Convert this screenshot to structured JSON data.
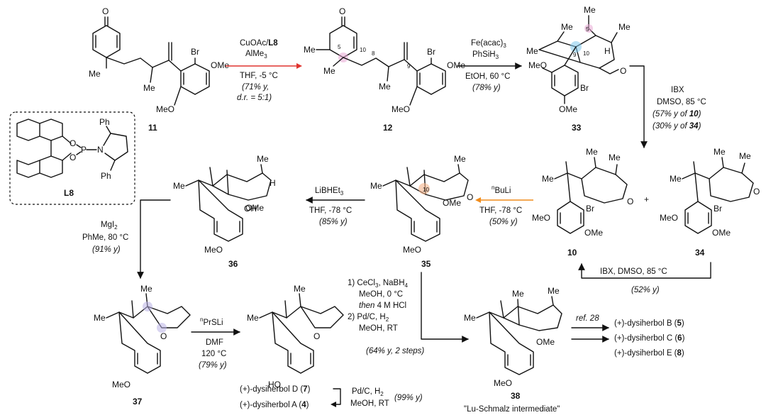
{
  "compounds": {
    "c11": "11",
    "c12": "12",
    "c33": "33",
    "c10": "10",
    "c34": "34",
    "c35": "35",
    "c36": "36",
    "cL8": "L8",
    "c37": "37",
    "c38": "38"
  },
  "atoms": {
    "O": "O",
    "Me": "Me",
    "Br": "Br",
    "OMe": "OMe",
    "MeO": "MeO",
    "H": "H",
    "OH": "OH",
    "HO": "HO",
    "Ph": "Ph",
    "N": "N",
    "P": "P",
    "plus": "+"
  },
  "locants": {
    "n5": "5",
    "n8": "8",
    "n9": "9",
    "n10": "10"
  },
  "steps": {
    "s1": {
      "l1": "CuOAc/",
      "l1b": "L8",
      "l2": "AlMe",
      "l2sub": "3",
      "l3": "THF, -5 °C",
      "l4": "(71% y,",
      "l5": "d.r. = 5:1)"
    },
    "s2": {
      "l1": "Fe(acac)",
      "l1sub": "3",
      "l2": "PhSiH",
      "l2sub": "3",
      "l3": "EtOH, 60 °C",
      "l4": "(78% y)"
    },
    "s3": {
      "l1": "IBX",
      "l2": "DMSO, 85 °C",
      "l3a": "(57% y of ",
      "l3b": "10",
      "l3c": ")",
      "l4a": "(30% y of ",
      "l4b": "34",
      "l4c": ")"
    },
    "s4": {
      "l1": "IBX, DMSO, 85 °C",
      "l2": "(52% y)"
    },
    "s5": {
      "l1sup": "n",
      "l1": "BuLi",
      "l2": "THF, -78 °C",
      "l3": "(50% y)"
    },
    "s6": {
      "l1": "LiBHEt",
      "l1sub": "3",
      "l2": "THF, -78 °C",
      "l3": "(85% y)"
    },
    "s7": {
      "l1": "MgI",
      "l1sub": "2",
      "l2": "PhMe, 80 °C",
      "l3": "(91% y)"
    },
    "s8": {
      "l1sup": "n",
      "l1": "PrSLi",
      "l2": "DMF",
      "l3": "120 °C",
      "l4": "(79% y)"
    },
    "s9": {
      "l1a": "1) CeCl",
      "l1sub": "3",
      "l1b": ", NaBH",
      "l1sub2": "4",
      "l2": "MeOH, 0 °C",
      "l3a": "then",
      "l3b": " 4 M HCl",
      "l4a": "2) Pd/C, H",
      "l4sub": "2",
      "l5": "MeOH, RT",
      "l6": "(64% y, 2 steps)"
    },
    "s10": {
      "l1a": "Pd/C, H",
      "l1sub": "2",
      "l2": "MeOH, RT",
      "l2y": "(99% y)"
    },
    "s11": {
      "l1": "ref. 28"
    }
  },
  "products": {
    "dysiherbolD": {
      "name": "(+)-dysiherbol D (",
      "num": "7",
      "close": ")"
    },
    "dysiherbolA": {
      "name": "(+)-dysiherbol A (",
      "num": "4",
      "close": ")"
    },
    "dysiherbolB": {
      "name": "(+)-dysiherbol B (",
      "num": "5",
      "close": ")"
    },
    "dysiherbolC": {
      "name": "(+)-dysiherbol C (",
      "num": "6",
      "close": ")"
    },
    "dysiherbolE": {
      "name": "(+)-dysiherbol E (",
      "num": "8",
      "close": ")"
    }
  },
  "caption38": "\"Lu-Schmalz intermediate\"",
  "colors": {
    "red_arrow": "#e0342f",
    "orange_arrow": "#f08c1c",
    "highlight_blue": "#7fc8ec",
    "highlight_pink": "#e7a8d4",
    "highlight_orange": "#f5b48a",
    "highlight_lilac": "#b9b3e6"
  }
}
